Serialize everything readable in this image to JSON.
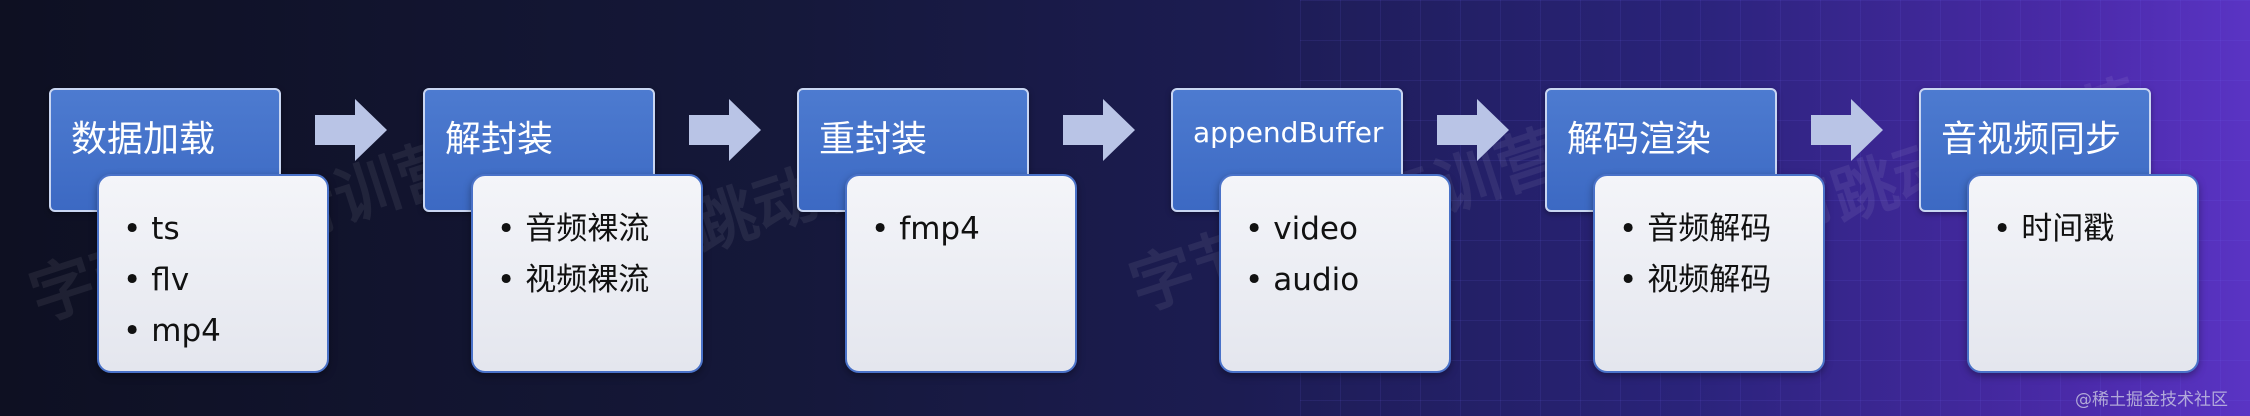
{
  "watermark_text": "字节跳动青训营",
  "stages": [
    {
      "title": "数据加载",
      "items": [
        "ts",
        "flv",
        "mp4"
      ]
    },
    {
      "title": "解封装",
      "items": [
        "音频裸流",
        "视频裸流"
      ]
    },
    {
      "title": "重封装",
      "items": [
        "fmp4"
      ]
    },
    {
      "title": "appendBuffer",
      "items": [
        "video",
        "audio"
      ]
    },
    {
      "title": "解码渲染",
      "items": [
        "音频解码",
        "视频解码"
      ]
    },
    {
      "title": "音视频同步",
      "items": [
        "时间戳"
      ]
    }
  ],
  "footer": "@稀土掘金技术社区",
  "colors": {
    "header_blue": "#3c69c3",
    "body_light": "#eceef4",
    "arrow": "#b9c4e6"
  }
}
